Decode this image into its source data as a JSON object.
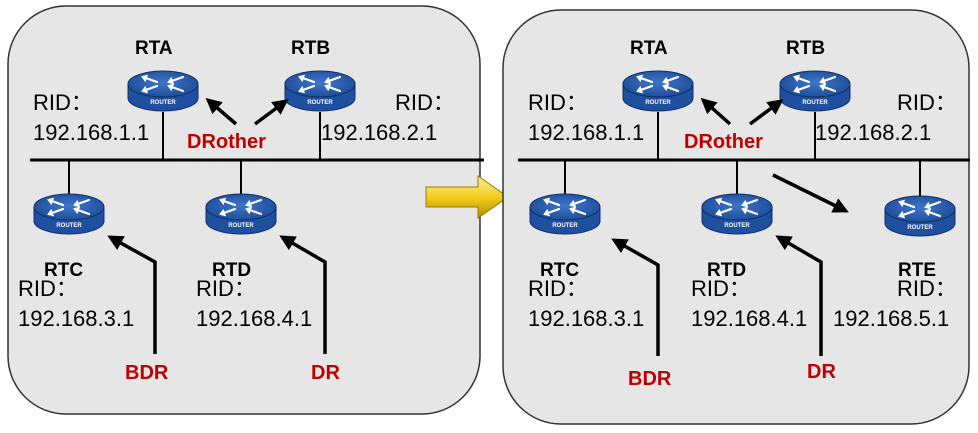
{
  "colors": {
    "panel": "#e6e6e6",
    "router_body": "#1f4f9f",
    "role_text": "#c00000",
    "transition_arrow": "#e8c400"
  },
  "icons": {
    "router": "router-icon",
    "transition": "right-arrow-icon"
  },
  "router_label": "ROUTER",
  "panels": [
    {
      "id": "before",
      "routers": [
        {
          "key": "rta",
          "name": "RTA",
          "rid_label": "RID：",
          "rid": "192.168.1.1"
        },
        {
          "key": "rtb",
          "name": "RTB",
          "rid_label": "RID：",
          "rid": "192.168.2.1"
        },
        {
          "key": "rtc",
          "name": "RTC",
          "rid_label": "RID：",
          "rid": "192.168.3.1"
        },
        {
          "key": "rtd",
          "name": "RTD",
          "rid_label": "RID：",
          "rid": "192.168.4.1"
        }
      ],
      "roles": {
        "drother": "DRother",
        "bdr": "BDR",
        "dr": "DR"
      }
    },
    {
      "id": "after",
      "routers": [
        {
          "key": "rta",
          "name": "RTA",
          "rid_label": "RID：",
          "rid": "192.168.1.1"
        },
        {
          "key": "rtb",
          "name": "RTB",
          "rid_label": "RID：",
          "rid": "192.168.2.1"
        },
        {
          "key": "rtc",
          "name": "RTC",
          "rid_label": "RID：",
          "rid": "192.168.3.1"
        },
        {
          "key": "rtd",
          "name": "RTD",
          "rid_label": "RID：",
          "rid": "192.168.4.1"
        },
        {
          "key": "rte",
          "name": "RTE",
          "rid_label": "RID：",
          "rid": "192.168.5.1"
        }
      ],
      "roles": {
        "drother": "DRother",
        "bdr": "BDR",
        "dr": "DR"
      }
    }
  ]
}
